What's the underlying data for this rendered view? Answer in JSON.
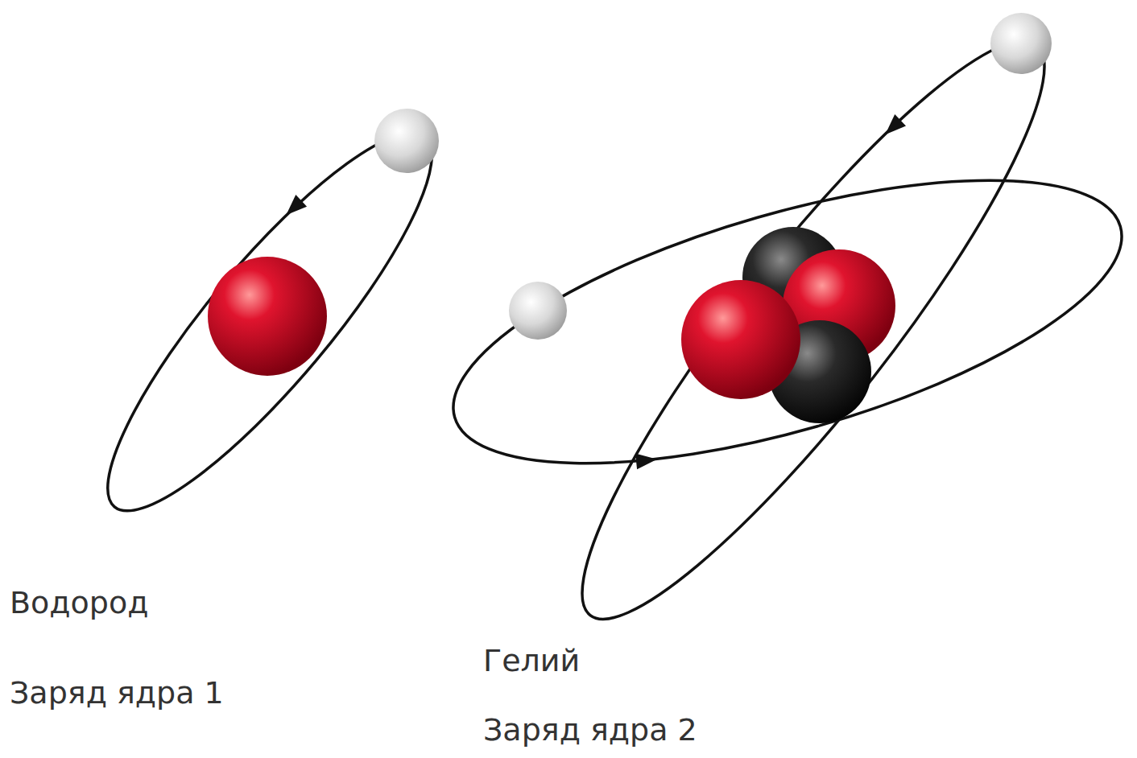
{
  "diagram": {
    "labels": [
      "Водород",
      "Заряд ядра 1",
      "Гелий",
      "Заряд ядра 2"
    ]
  }
}
